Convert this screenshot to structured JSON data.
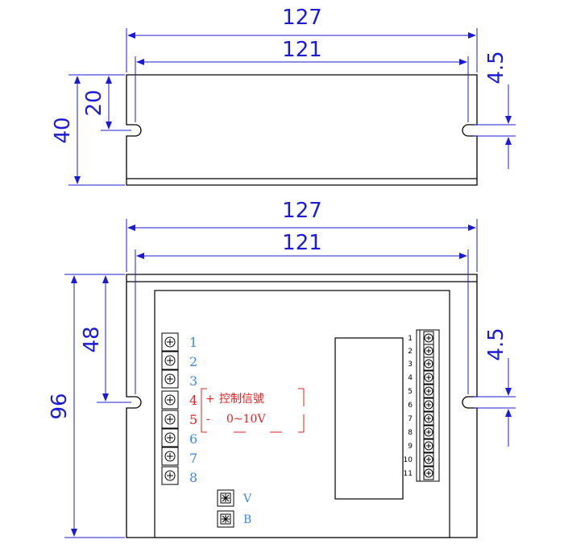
{
  "dimensions": {
    "top_outer_width": "127",
    "top_inner_width": "121",
    "top_height": "40",
    "top_half_height": "20",
    "top_slot": "4.5",
    "bottom_outer_width": "127",
    "bottom_inner_width": "121",
    "bottom_height": "96",
    "bottom_half_height": "48",
    "bottom_slot": "4.5"
  },
  "left_terminals": [
    "1",
    "2",
    "3",
    "4",
    "5",
    "6",
    "7",
    "8"
  ],
  "control_signal": {
    "plus": "+",
    "label": "控制信號",
    "minus": "-",
    "range": "0~10V"
  },
  "right_terminals": [
    "1",
    "2",
    "3",
    "4",
    "5",
    "6",
    "7",
    "8",
    "9",
    "10",
    "11"
  ],
  "pots": [
    {
      "label": "V"
    },
    {
      "label": "B"
    }
  ],
  "colors": {
    "dimension": "#1b1bd6",
    "terminal_label": "#3a87e6",
    "terminal_highlight": "#e41e1e",
    "outline": "#000000"
  }
}
